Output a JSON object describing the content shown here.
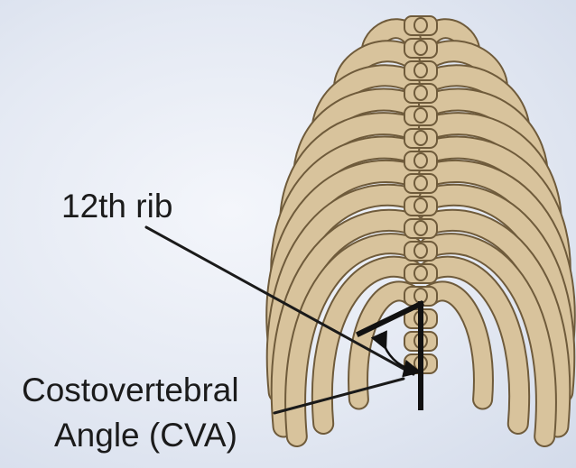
{
  "labels": {
    "rib": "12th rib",
    "cva_line1": "Costovertebral",
    "cva_line2": "Angle (CVA)"
  },
  "colors": {
    "bone": "#d8c39c",
    "bone_outline": "#6f5b3b",
    "line": "#111111",
    "text": "#1b1b1b"
  }
}
